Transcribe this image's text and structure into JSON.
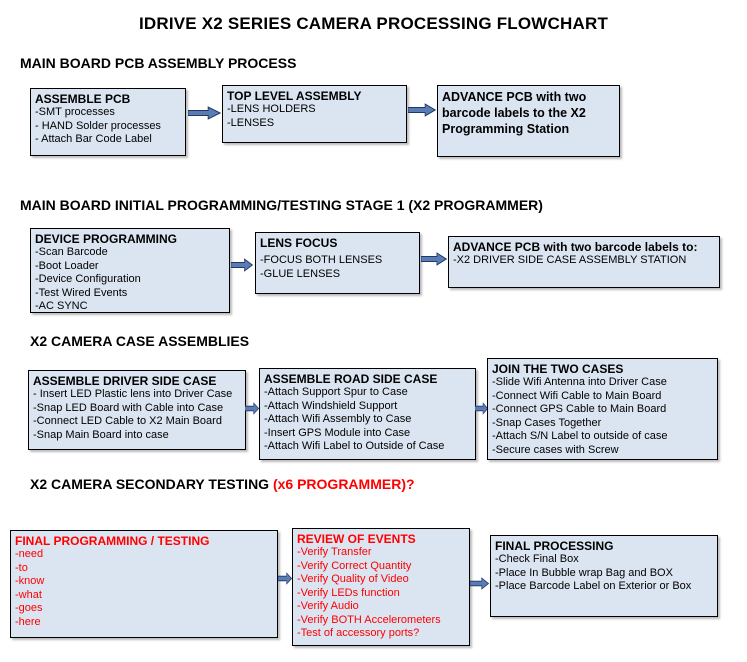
{
  "title": "IDRIVE X2  SERIES CAMERA PROCESSING FLOWCHART",
  "colors": {
    "box_fill": "#dbe5f1",
    "box_border": "#000000",
    "highlight_red": "#ff0000",
    "arrow_fill": "#5b7bb4",
    "arrow_edge": "#1f3864",
    "background": "#ffffff"
  },
  "sections": [
    {
      "header": "MAIN BOARD PCB ASSEMBLY PROCESS",
      "header_suffix": "",
      "boxes": [
        {
          "title": "ASSEMBLE PCB",
          "items": [
            "-SMT processes",
            "- HAND Solder processes",
            "- Attach Bar Code Label"
          ]
        },
        {
          "title": "TOP LEVEL ASSEMBLY",
          "items": [
            "-LENS HOLDERS",
            "-LENSES"
          ]
        },
        {
          "title": "ADVANCE PCB with two barcode labels to the X2 Programming Station",
          "items": []
        }
      ]
    },
    {
      "header": "MAIN BOARD INITIAL PROGRAMMING/TESTING STAGE 1 (X2 PROGRAMMER)",
      "header_suffix": "",
      "boxes": [
        {
          "title": "DEVICE PROGRAMMING",
          "items": [
            "-Scan Barcode",
            "-Boot Loader",
            "-Device Configuration",
            "-Test Wired Events",
            "-AC SYNC"
          ]
        },
        {
          "title": "LENS FOCUS",
          "items": [
            "-FOCUS BOTH LENSES",
            "-GLUE LENSES"
          ]
        },
        {
          "title": "ADVANCE PCB with two barcode labels to:",
          "items": [
            "-X2 DRIVER  SIDE  CASE  ASSEMBLY STATION"
          ]
        }
      ]
    },
    {
      "header": "X2 CAMERA CASE ASSEMBLIES",
      "header_suffix": "",
      "boxes": [
        {
          "title": "ASSEMBLE DRIVER SIDE CASE",
          "items": [
            "- Insert LED Plastic lens into Driver Case",
            "-Snap LED Board with Cable into Case",
            "-Connect LED Cable to X2 Main Board",
            "-Snap Main Board into case"
          ]
        },
        {
          "title": "ASSEMBLE ROAD SIDE CASE",
          "items": [
            "-Attach Support Spur to Case",
            "-Attach Windshield Support",
            "-Attach Wifi Assembly to Case",
            "-Insert GPS Module into Case",
            "-Attach Wifi Label to Outside of Case"
          ]
        },
        {
          "title": "JOIN THE TWO CASES",
          "items": [
            "-Slide Wifi Antenna into Driver Case",
            "-Connect Wifi Cable to Main Board",
            "-Connect GPS Cable to Main Board",
            "-Snap Cases Together",
            "-Attach S/N Label to outside of case",
            "-Secure cases with Screw"
          ]
        }
      ]
    },
    {
      "header": "X2 CAMERA SECONDARY TESTING",
      "header_suffix": "  (x6 PROGRAMMER)?",
      "boxes": [
        {
          "title": "FINAL PROGRAMMING / TESTING",
          "items": [
            "-need",
            "-to",
            "-know",
            "-what",
            "-goes",
            "-here"
          ]
        },
        {
          "title": "REVIEW OF EVENTS",
          "items": [
            "-Verify Transfer",
            "-Verify Correct Quantity",
            "-Verify Quality of Video",
            "-Verify LEDs function",
            "-Verify Audio",
            "-Verify BOTH Accelerometers",
            "-Test of accessory ports?"
          ]
        },
        {
          "title": "FINAL PROCESSING",
          "items": [
            "-Check Final Box",
            "-Place In Bubble wrap Bag and BOX",
            "-Place Barcode Label on Exterior or Box"
          ]
        }
      ]
    }
  ]
}
